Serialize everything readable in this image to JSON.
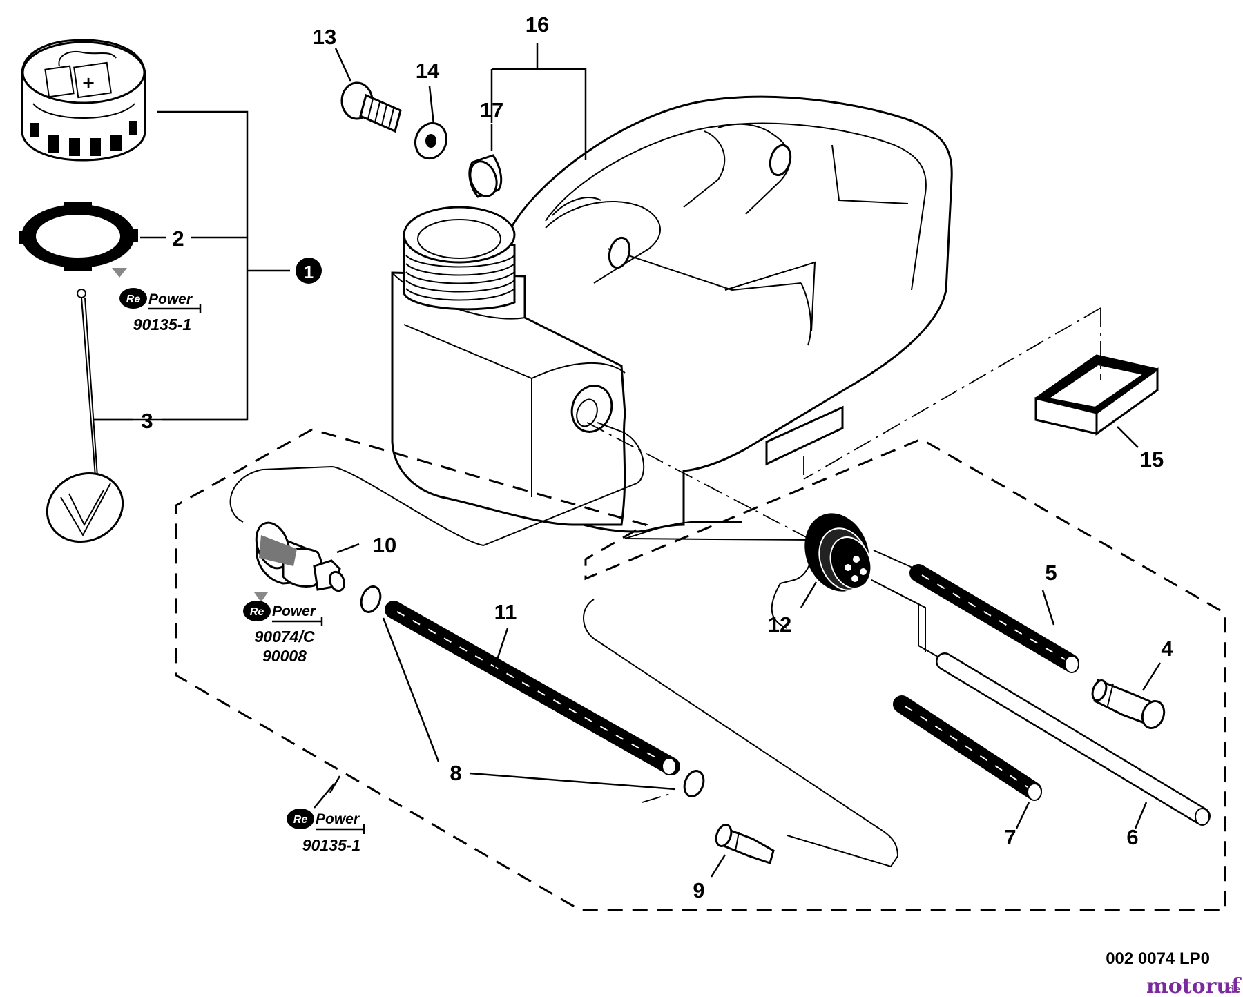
{
  "labels": {
    "l1": "1",
    "l2": "2",
    "l3": "3",
    "l4": "4",
    "l5": "5",
    "l6": "6",
    "l7": "7",
    "l8": "8",
    "l9": "9",
    "l10": "10",
    "l11": "11",
    "l12": "12",
    "l13": "13",
    "l14": "14",
    "l15": "15",
    "l16": "16",
    "l17": "17"
  },
  "repower": {
    "logo_prefix": "Re",
    "logo_word": "Power",
    "cap_kit": "90135-1",
    "filter_kit_line1": "90074/C",
    "filter_kit_line2": "90008",
    "tank_kit": "90135-1"
  },
  "drawing_code": "002 0074 LP0",
  "watermark": {
    "main": "motoruf",
    "suffix": ".de"
  },
  "colors": {
    "line": "#000000",
    "background": "#ffffff",
    "watermark": "#7a2a9c"
  },
  "icons": [
    "fuel-cap",
    "fuel-pump-symbol",
    "gasket-ring",
    "dipstick",
    "fuel-tank",
    "fuel-filter",
    "fuel-line",
    "grommet",
    "fitting",
    "bolt",
    "washer",
    "bushing",
    "foot-pad"
  ]
}
